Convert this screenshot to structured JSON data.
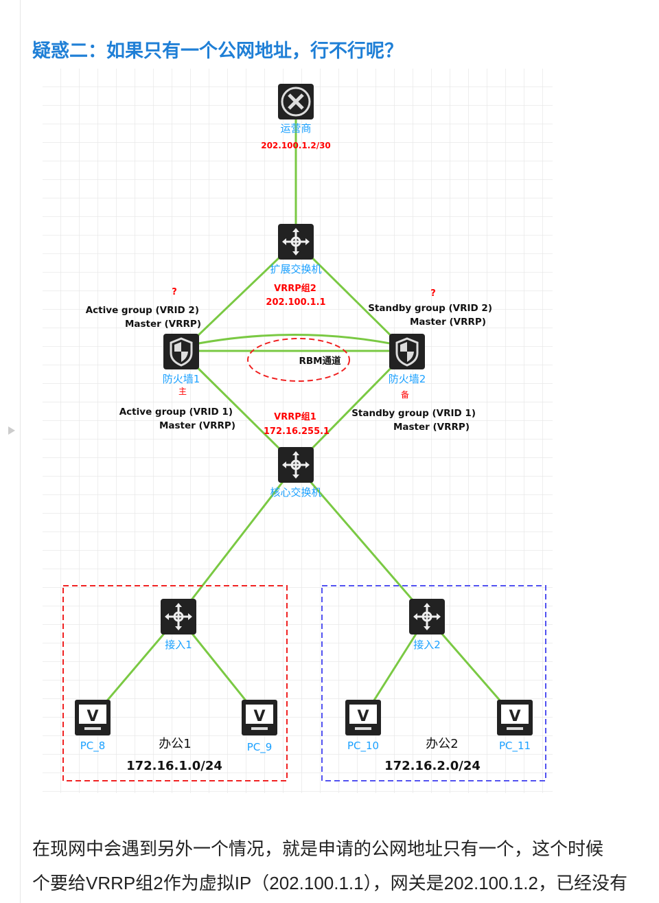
{
  "title": "疑惑二：如果只有一个公网地址，行不行呢？",
  "colors": {
    "link": "#7ac943",
    "label_blue": "#1aa0ff",
    "red": "#ff0000",
    "icon": "#222222"
  },
  "nodes": {
    "carrier": {
      "name": "运营商",
      "ip": "202.100.1.2/30"
    },
    "ext_switch": {
      "name": "扩展交换机"
    },
    "fw1": {
      "name": "防火墙1",
      "role": "主",
      "q": "?",
      "top1": "Active group (VRID 2)",
      "top2": "Master (VRRP)",
      "bot1": "Active group (VRID 1)",
      "bot2": "Master (VRRP)"
    },
    "fw2": {
      "name": "防火墙2",
      "role": "备",
      "q": "?",
      "top1": "Standby group (VRID 2)",
      "top2": "Master (VRRP)",
      "bot1": "Standby group (VRID 1)",
      "bot2": "Master (VRRP)"
    },
    "core": {
      "name": "核心交换机"
    },
    "access1": {
      "name": "接入1"
    },
    "access2": {
      "name": "接入2"
    },
    "pc8": "PC_8",
    "pc9": "PC_9",
    "pc10": "PC_10",
    "pc11": "PC_11"
  },
  "vrrp2": {
    "name": "VRRP组2",
    "ip": "202.100.1.1"
  },
  "vrrp1": {
    "name": "VRRP组1",
    "ip": "172.16.255.1"
  },
  "rbm": "RBM通道",
  "office1": {
    "name": "办公1",
    "subnet": "172.16.1.0/24"
  },
  "office2": {
    "name": "办公2",
    "subnet": "172.16.2.0/24"
  },
  "paragraph": [
    "在现网中会遇到另外一个情况，就是申请的公网地址只有一个，这个时候",
    "个要给VRRP组2作为虚拟IP（202.100.1.1），网关是202.100.1.2，已经没有"
  ]
}
